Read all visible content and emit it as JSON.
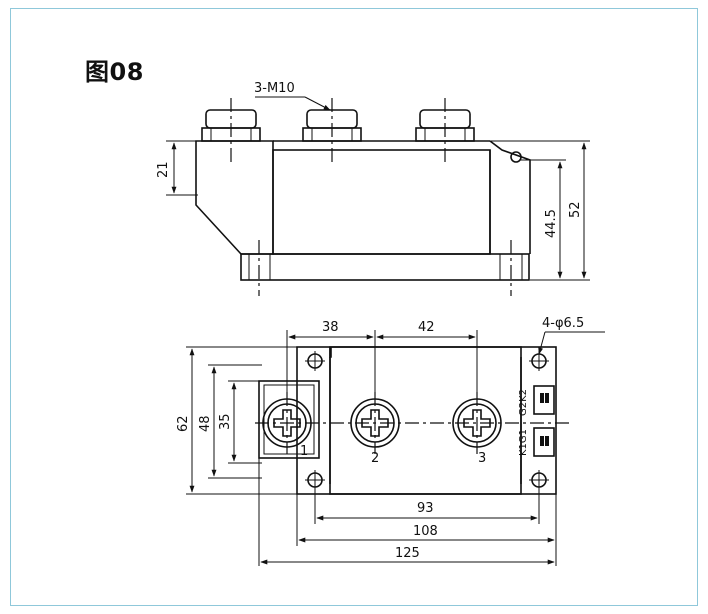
{
  "figure": {
    "title": "图08"
  },
  "side_view": {
    "callout_bolts": "3-M10",
    "dim_terminal_height": "21",
    "dim_body_height": "44.5",
    "dim_total_height": "52"
  },
  "top_view": {
    "dim_pitch_1": "38",
    "dim_pitch_2": "42",
    "callout_holes": "4-φ6.5",
    "dim_width_outer": "62",
    "dim_width_mid": "48",
    "dim_width_inner": "35",
    "dim_length_93": "93",
    "dim_length_108": "108",
    "dim_length_125": "125",
    "terminal_labels": [
      "1",
      "2",
      "3"
    ],
    "aux_label_top": "G2K2",
    "aux_label_bottom": "K1G1"
  }
}
